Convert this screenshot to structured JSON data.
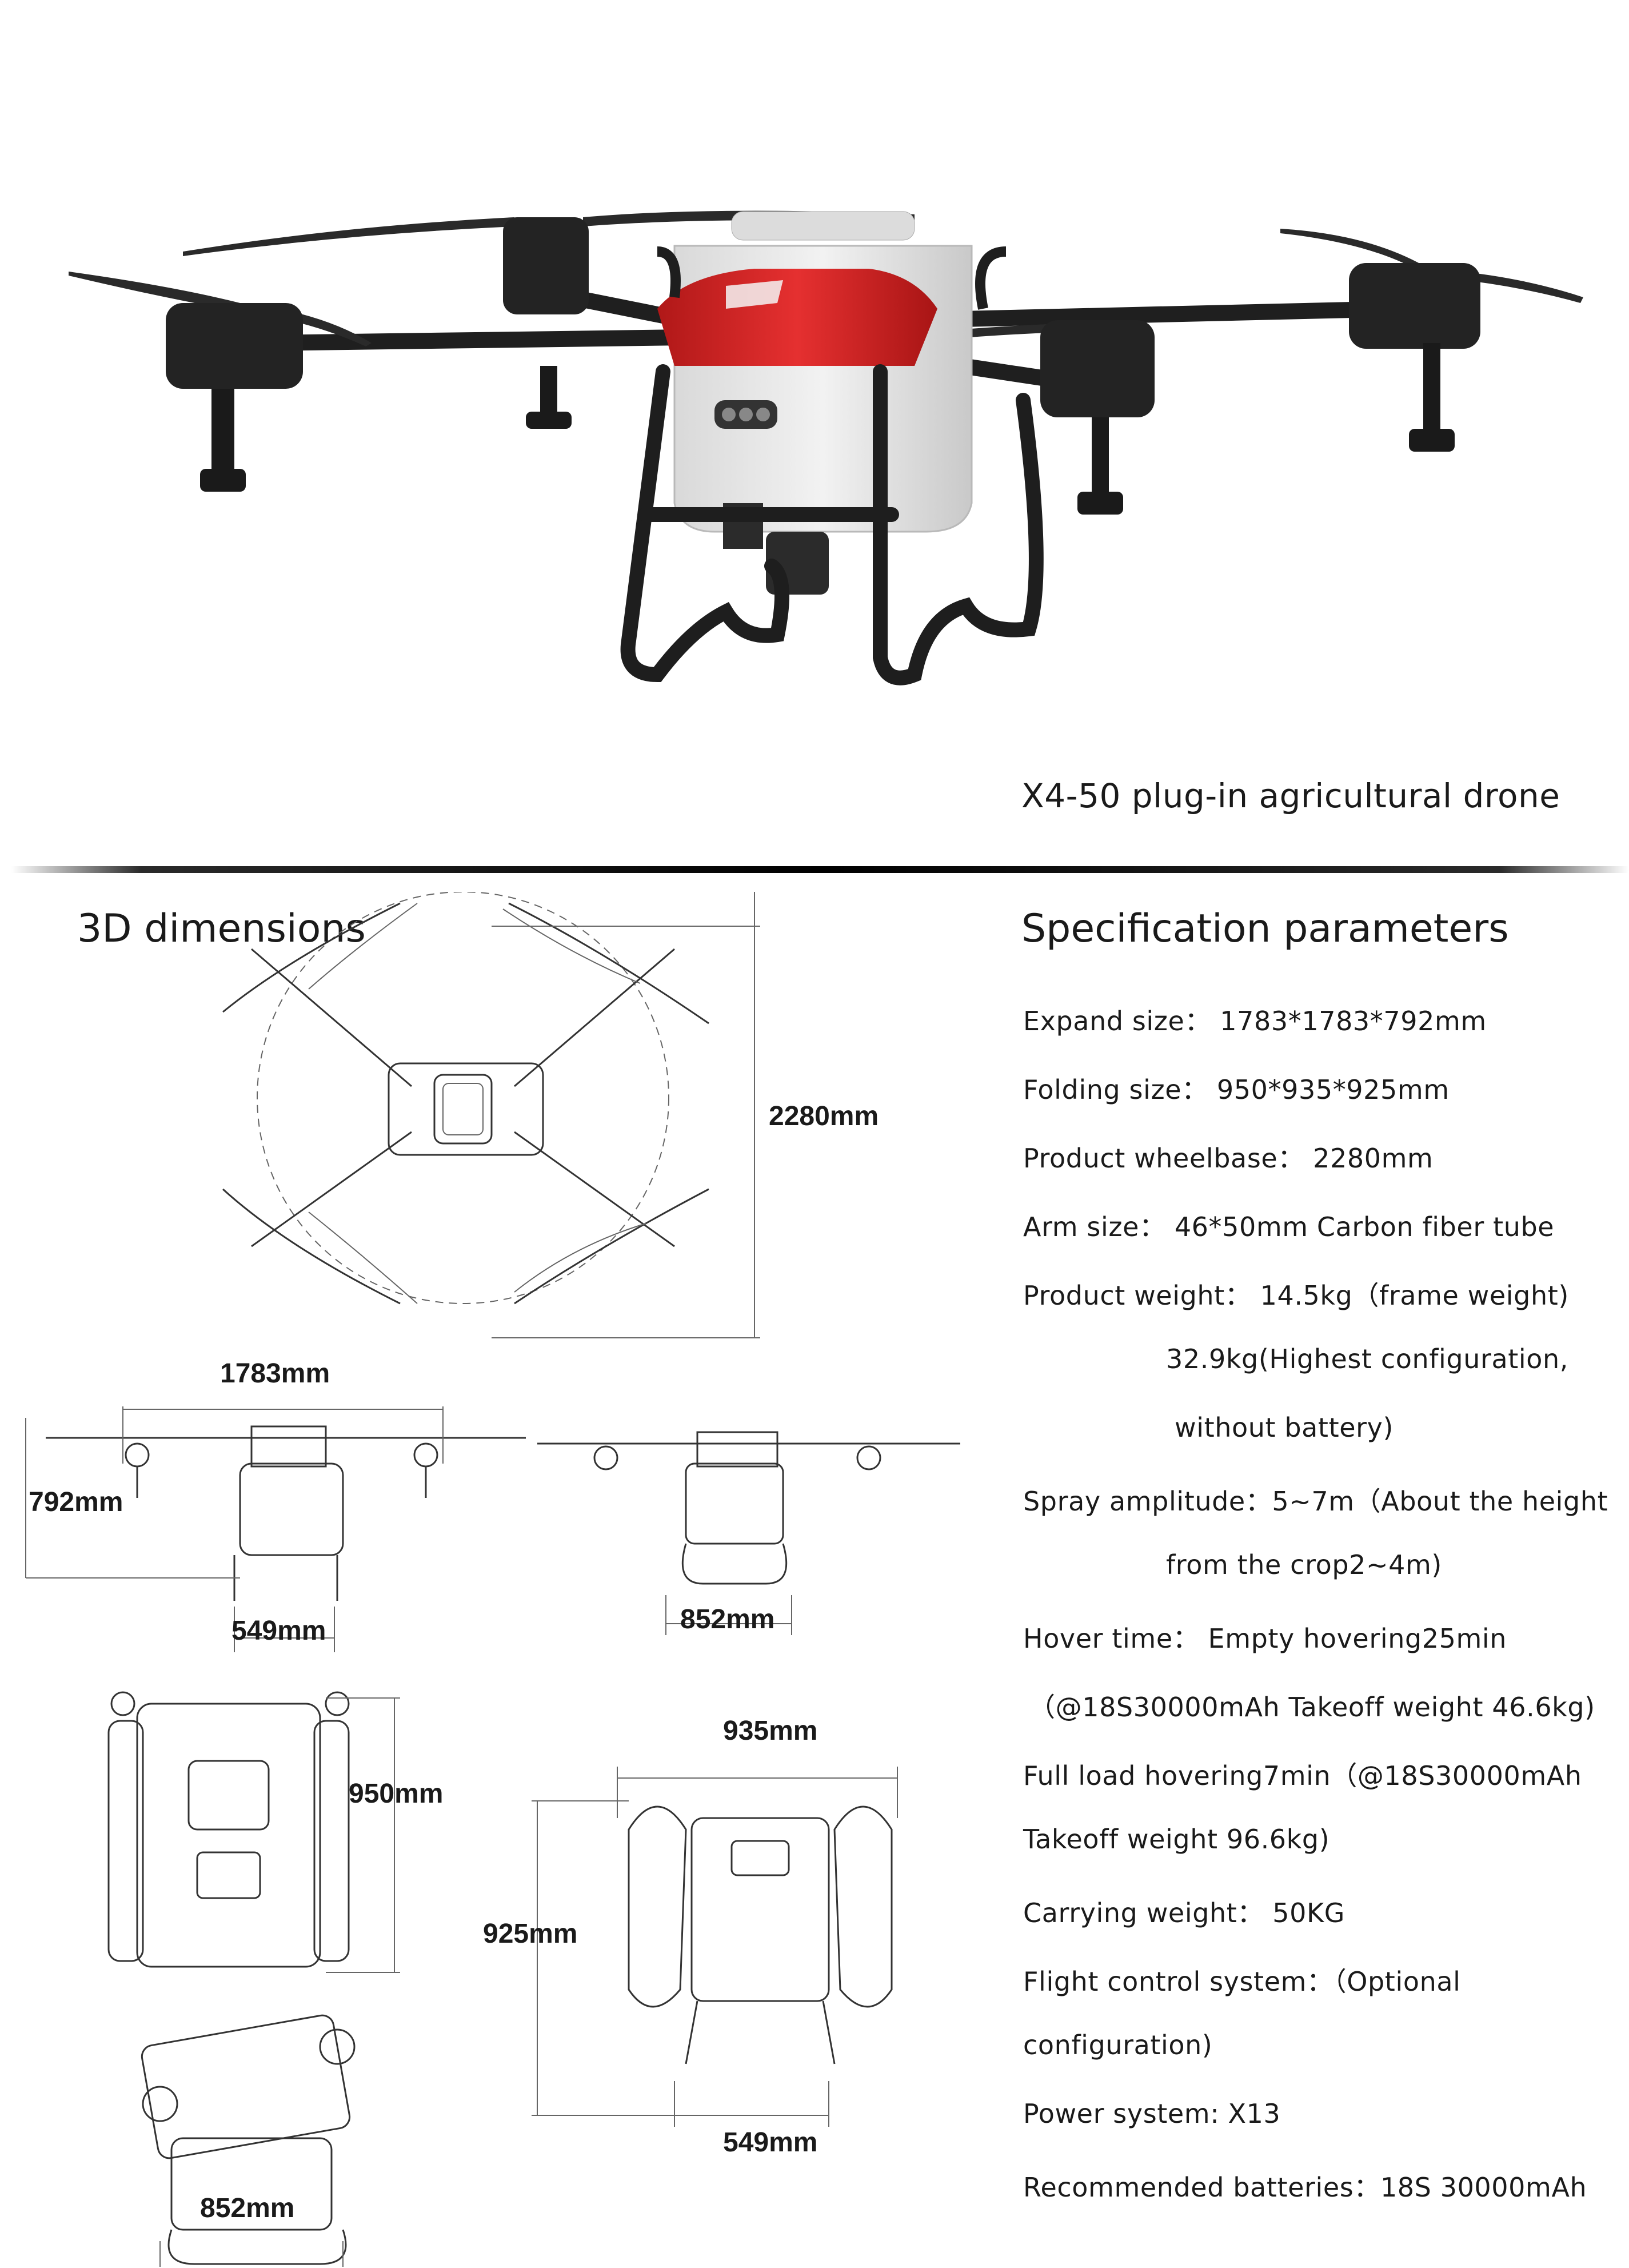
{
  "caption": "X4-50 plug-in agricultural drone",
  "left_heading": "3D dimensions",
  "right_heading": "Specification parameters",
  "dimensions": {
    "wheelbase": "2280mm",
    "width_1783": "1783mm",
    "height_792": "792mm",
    "leg_549": "549mm",
    "side_852": "852mm",
    "fold_950": "950mm",
    "fold_935": "935mm",
    "fold_925": "925mm",
    "fold_549": "549mm",
    "fold_852": "852mm"
  },
  "specs": [
    "Expand size： 1783*1783*792mm",
    "Folding size： 950*935*925mm",
    "Product wheelbase： 2280mm",
    "Arm size： 46*50mm Carbon fiber tube",
    "Product weight： 14.5kg（frame weight)",
    "32.9kg(Highest configuration,",
    "without battery)",
    "Spray amplitude：5~7m（About the height",
    "from the crop2~4m)",
    "Hover time： Empty hovering25min",
    "（@18S30000mAh Takeoff weight 46.6kg)",
    "Full load hovering7min（@18S30000mAh",
    "Takeoff weight 96.6kg)",
    "Carrying weight： 50KG",
    "Flight control system：（Optional",
    "configuration)",
    "Power system: X13",
    "Recommended batteries：18S 30000mAh"
  ],
  "colors": {
    "accent": "#d42a2a",
    "frame": "#1e1e1e",
    "tank": "#e6e6e6"
  }
}
